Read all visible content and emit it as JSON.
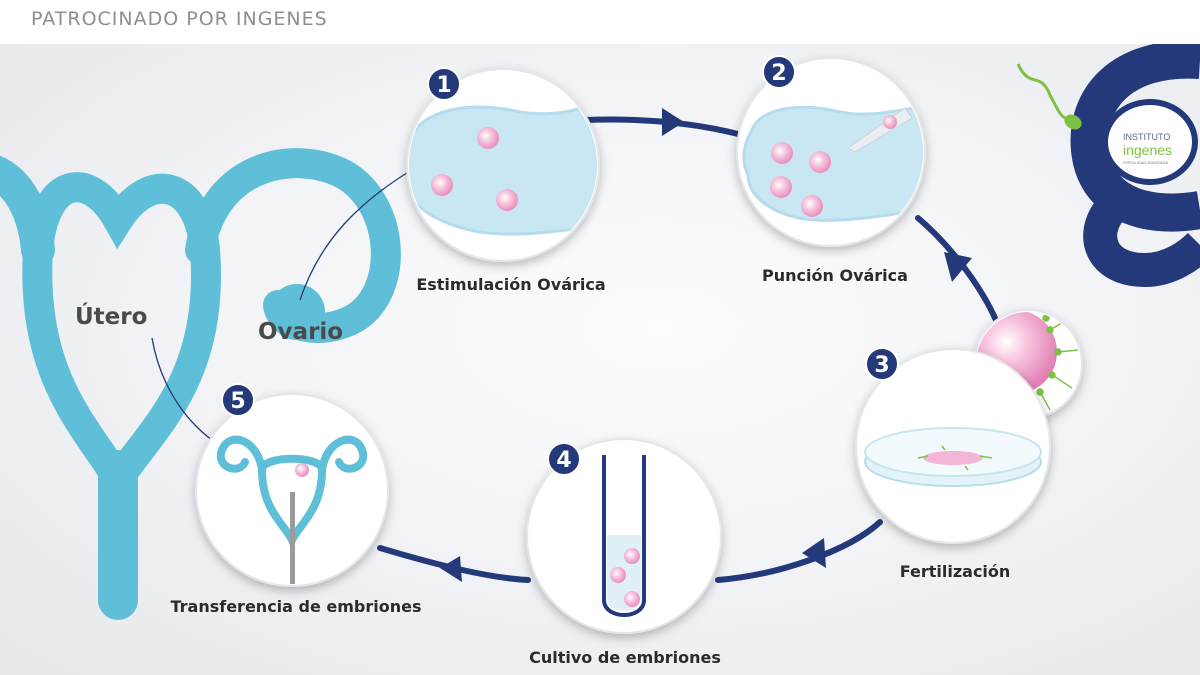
{
  "header": {
    "sponsor": "PATROCINADO POR INGENES"
  },
  "anatomy": {
    "uterus_label": "Útero",
    "ovary_label": "Ovario"
  },
  "steps": [
    {
      "number": "1",
      "caption": "Estimulación Ovárica"
    },
    {
      "number": "2",
      "caption": "Punción Ovárica"
    },
    {
      "number": "3",
      "caption": "Fertilización"
    },
    {
      "number": "4",
      "caption": "Cultivo de embriones"
    },
    {
      "number": "5",
      "caption": "Transferencia de embriones"
    }
  ],
  "logo": {
    "line1": "INSTITUTO",
    "line2": "ingenes",
    "line3": "FERTILIDAD AVANZADA"
  },
  "colors": {
    "uterus_blue": "#5fbfd8",
    "navy": "#24397a",
    "pale_blue": "#c8e7f2",
    "egg_pink": "#f3b6d6",
    "sperm_green": "#7dc242",
    "gray_text": "#8e8e8e"
  }
}
